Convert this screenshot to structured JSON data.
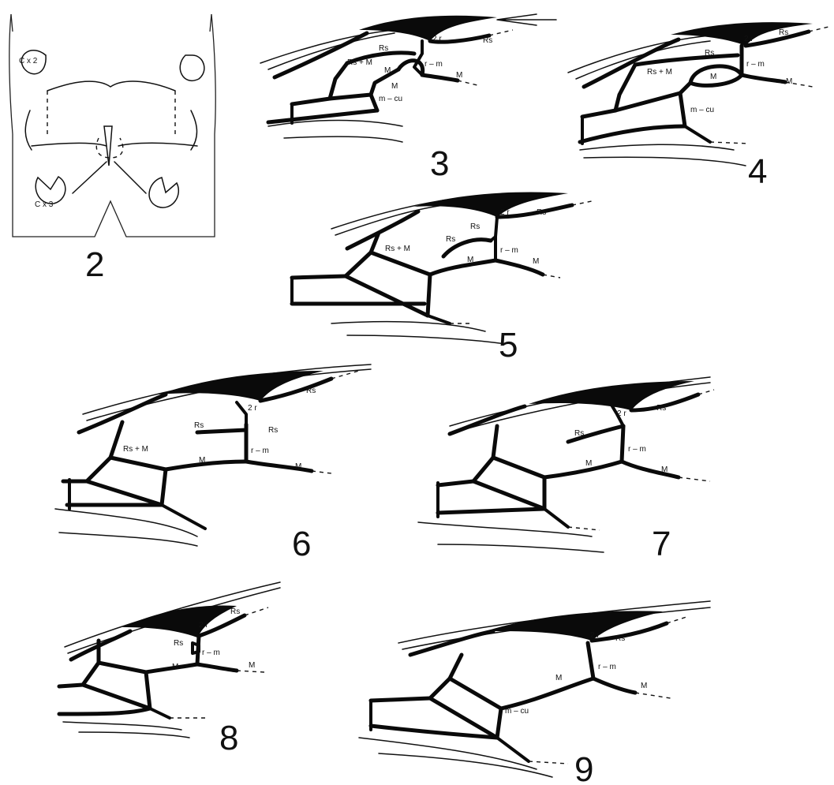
{
  "figure_numbers": [
    "2",
    "3",
    "4",
    "5",
    "6",
    "7",
    "8",
    "9"
  ],
  "sternum": {
    "coxa_2": "C x 2",
    "coxa_3": "C x 3"
  },
  "labels": {
    "rs": "Rs",
    "m": "M",
    "two_r": "2 r",
    "r_m": "r – m",
    "m_cu": "m – cu",
    "rs_m": "Rs + M"
  },
  "colors": {
    "ink": "#0a0a0a",
    "paper": "#ffffff"
  }
}
